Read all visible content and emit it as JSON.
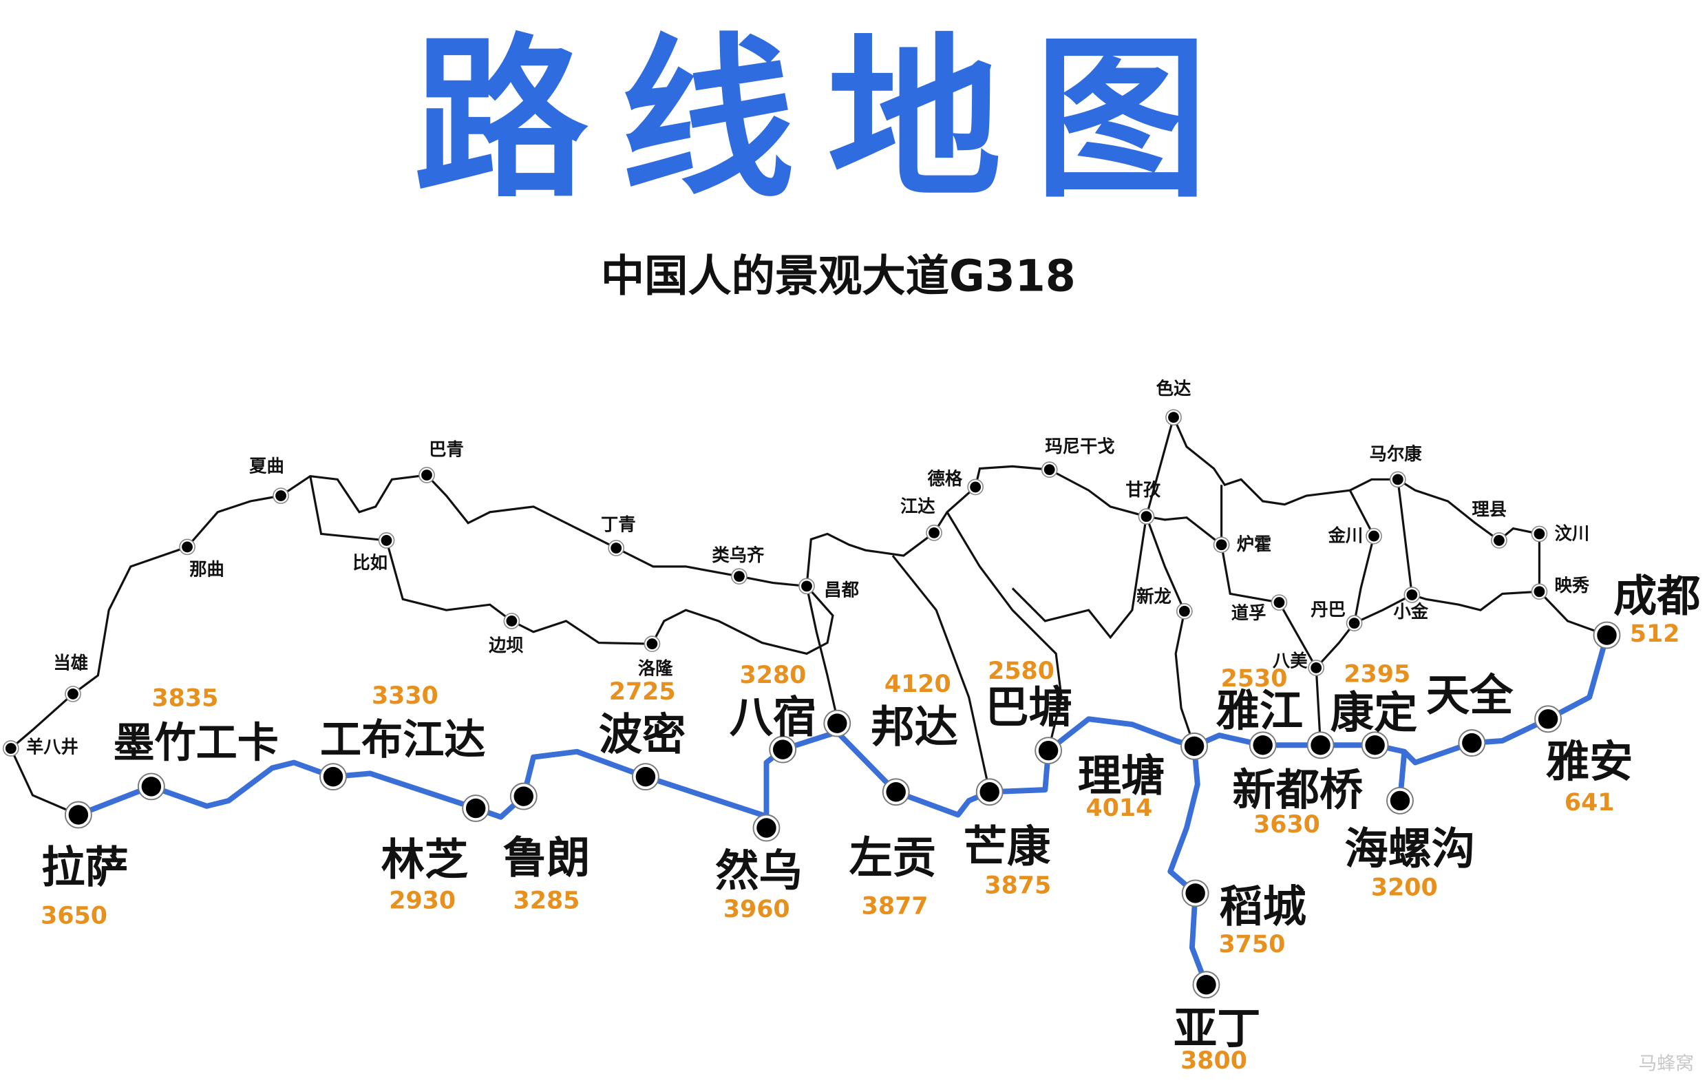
{
  "title": "路线地图",
  "subtitle": "中国人的景观大道G318",
  "watermark": "马蜂窝",
  "colors": {
    "route": "#3A6FD8",
    "title": "#2F6CE0",
    "elevation": "#E8901E",
    "roads": "#111111"
  },
  "route_stops": [
    {
      "name": "拉萨",
      "elevation": "3650"
    },
    {
      "name": "墨竹工卡",
      "elevation": "3835"
    },
    {
      "name": "工布江达",
      "elevation": "3330"
    },
    {
      "name": "林芝",
      "elevation": "2930"
    },
    {
      "name": "鲁朗",
      "elevation": "3285"
    },
    {
      "name": "波密",
      "elevation": "2725"
    },
    {
      "name": "然乌",
      "elevation": "3960"
    },
    {
      "name": "八宿",
      "elevation": "3280"
    },
    {
      "name": "邦达",
      "elevation": "4120"
    },
    {
      "name": "左贡",
      "elevation": "3877"
    },
    {
      "name": "芒康",
      "elevation": "3875"
    },
    {
      "name": "巴塘",
      "elevation": "2580"
    },
    {
      "name": "理塘",
      "elevation": "4014"
    },
    {
      "name": "稻城",
      "elevation": "3750"
    },
    {
      "name": "亚丁",
      "elevation": "3800"
    },
    {
      "name": "雅江",
      "elevation": "2530"
    },
    {
      "name": "新都桥",
      "elevation": "3630"
    },
    {
      "name": "康定",
      "elevation": "2395"
    },
    {
      "name": "海螺沟",
      "elevation": "3200"
    },
    {
      "name": "天全",
      "elevation": null
    },
    {
      "name": "雅安",
      "elevation": "641"
    },
    {
      "name": "成都",
      "elevation": "512"
    }
  ],
  "other_towns": [
    "当雄",
    "羊八井",
    "那曲",
    "夏曲",
    "巴青",
    "比如",
    "丁青",
    "边坝",
    "洛隆",
    "类乌齐",
    "昌都",
    "江达",
    "德格",
    "玛尼干戈",
    "色达",
    "甘孜",
    "炉霍",
    "新龙",
    "道孚",
    "丹巴",
    "八美",
    "金川",
    "马尔康",
    "理县",
    "汶川",
    "小金",
    "映秀"
  ]
}
